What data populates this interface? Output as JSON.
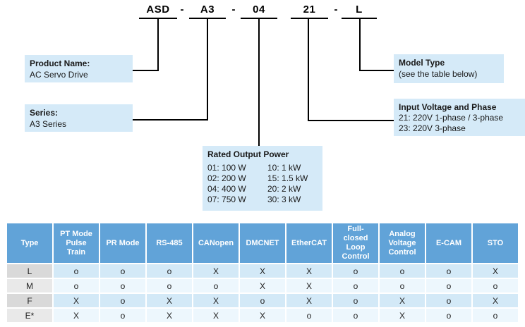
{
  "model_code": {
    "segments": [
      "ASD",
      "A3",
      "04",
      "21",
      "L"
    ],
    "separator": "-"
  },
  "callouts": {
    "product_name": {
      "title": "Product Name:",
      "line1": "AC Servo Drive"
    },
    "series": {
      "title": "Series:",
      "line1": "A3 Series"
    },
    "model_type": {
      "title": "Model Type",
      "line1": "(see the table below)"
    },
    "input_voltage": {
      "title": "Input Voltage and Phase",
      "line1": "21: 220V 1-phase / 3-phase",
      "line2": "23: 220V 3-phase"
    },
    "rated_power": {
      "title": "Rated Output Power",
      "col1": [
        "01: 100 W",
        "02: 200 W",
        "04: 400 W",
        "07: 750 W"
      ],
      "col2": [
        "10: 1 kW",
        "15: 1.5 kW",
        "20: 2 kW",
        "30: 3 kW"
      ]
    }
  },
  "table": {
    "headers": [
      "Type",
      "PT Mode Pulse Train",
      "PR Mode",
      "RS-485",
      "CANopen",
      "DMCNET",
      "EtherCAT",
      "Full-closed Loop Control",
      "Analog Voltage Control",
      "E-CAM",
      "STO"
    ],
    "rows": [
      {
        "type": "L",
        "values": [
          "o",
          "o",
          "o",
          "X",
          "X",
          "X",
          "o",
          "o",
          "o",
          "X"
        ]
      },
      {
        "type": "M",
        "values": [
          "o",
          "o",
          "o",
          "o",
          "X",
          "X",
          "o",
          "o",
          "o",
          "o"
        ]
      },
      {
        "type": "F",
        "values": [
          "X",
          "o",
          "X",
          "X",
          "o",
          "X",
          "o",
          "X",
          "o",
          "X"
        ]
      },
      {
        "type": "E*",
        "values": [
          "X",
          "o",
          "X",
          "X",
          "X",
          "o",
          "o",
          "X",
          "o",
          "o"
        ]
      }
    ]
  },
  "colors": {
    "header_blue": "#61a3d8",
    "callout_blue": "#d5eaf8",
    "row_odd": "#d3e9f7",
    "row_even": "#edf7fd",
    "type_col_odd": "#d9d9d9",
    "type_col_even": "#e9e9e9",
    "line_black": "#000000"
  }
}
